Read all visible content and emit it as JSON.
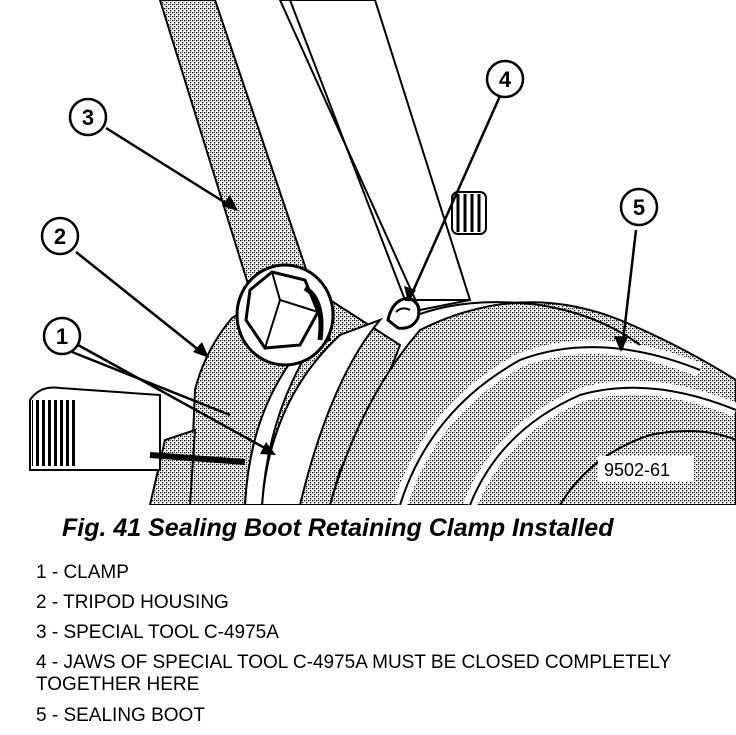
{
  "figure": {
    "code": "9502-61",
    "callouts": [
      {
        "num": "1",
        "target": "Clamp"
      },
      {
        "num": "2",
        "target": "Tripod housing"
      },
      {
        "num": "3",
        "target": "Special tool C-4975A"
      },
      {
        "num": "4",
        "target": "Jaws of special tool"
      },
      {
        "num": "5",
        "target": "Sealing boot"
      }
    ]
  },
  "caption": "Fig. 41 Sealing Boot Retaining Clamp Installed",
  "legend": [
    "1 - CLAMP",
    "2 - TRIPOD HOUSING",
    "3 - SPECIAL TOOL C-4975A",
    "4 - JAWS OF SPECIAL TOOL C-4975A MUST BE CLOSED COMPLETELY TOGETHER HERE",
    "5 - SEALING BOOT"
  ]
}
